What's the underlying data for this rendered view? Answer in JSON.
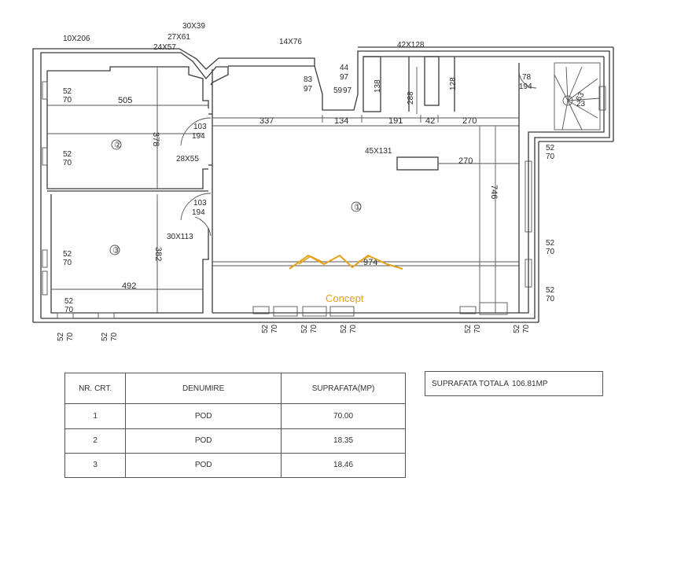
{
  "plan": {
    "rooms": [
      {
        "no": "①"
      },
      {
        "no": "②"
      },
      {
        "no": "③"
      }
    ],
    "dims": {
      "d_10x206": "10X206",
      "d_30x39": "30X39",
      "d_27x61": "27X61",
      "d_24x57": "24X57",
      "d_14x76": "14X76",
      "d_42x128": "42X128",
      "d_44_97": [
        "44",
        "97"
      ],
      "d_83_97": [
        "83",
        "97"
      ],
      "d_59_97": [
        "59",
        "97"
      ],
      "d_138": "138",
      "d_288": "288",
      "d_128": "128",
      "d_78_194": [
        "78",
        "194"
      ],
      "d_63_23": [
        "63",
        "23"
      ],
      "d_505": "505",
      "d_378": "378",
      "d_103_194_a": [
        "103",
        "194"
      ],
      "d_337": "337",
      "d_134": "134",
      "d_191": "191",
      "d_42": "42",
      "d_270_a": "270",
      "d_45x131": "45X131",
      "d_270_b": "270",
      "d_746": "746",
      "d_28x55": "28X55",
      "d_103_194_b": [
        "103",
        "194"
      ],
      "d_30x113": "30X113",
      "d_382": "382",
      "d_974": "974",
      "d_492": "492",
      "win_52_70": [
        "52",
        "70"
      ]
    }
  },
  "logo": {
    "text": "Concept",
    "color": "#e3a21a"
  },
  "table": {
    "headers": [
      "NR. CRT.",
      "DENUMIRE",
      "SUPRAFATA(MP)"
    ],
    "rows": [
      {
        "nr": "1",
        "name": "POD",
        "area": "70.00"
      },
      {
        "nr": "2",
        "name": "POD",
        "area": "18.35"
      },
      {
        "nr": "3",
        "name": "POD",
        "area": "18.46"
      }
    ]
  },
  "total": {
    "label": "SUPRAFATA TOTALA",
    "value": "106.81MP"
  }
}
